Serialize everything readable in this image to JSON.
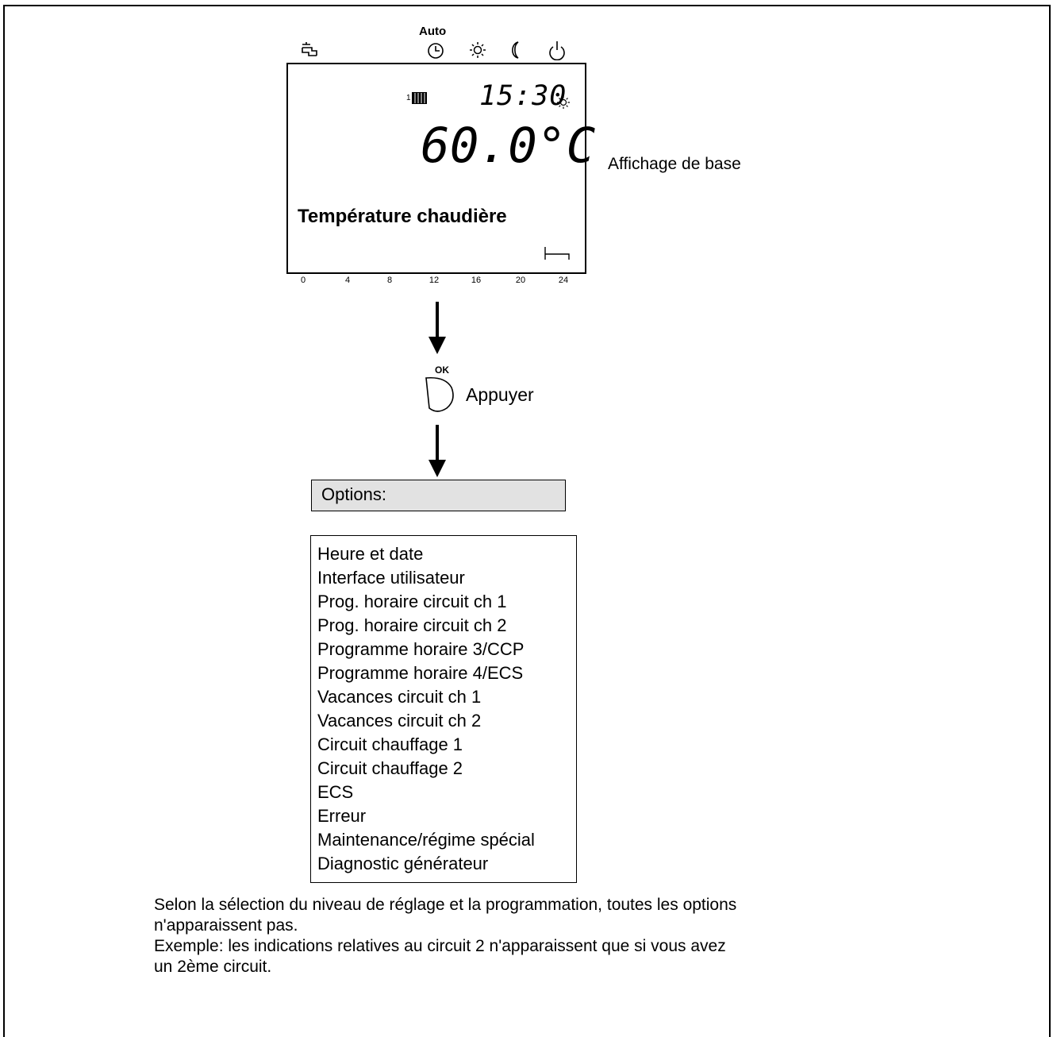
{
  "display": {
    "auto_label": "Auto",
    "time": "15:30",
    "circuit_number": "1",
    "temperature": "60.0°C",
    "label": "Température chaudière",
    "timeline_ticks": [
      "0",
      "4",
      "8",
      "12",
      "16",
      "20",
      "24"
    ],
    "icons": [
      "hot-water-tap-icon",
      "clock-icon",
      "sun-icon",
      "moon-icon",
      "power-icon",
      "radiator-icon",
      "bed-icon"
    ]
  },
  "caption": "Affichage de base",
  "action": {
    "button_label": "OK",
    "text": "Appuyer"
  },
  "options_title": "Options:",
  "options": [
    "Heure et date",
    "Interface utilisateur",
    "Prog. horaire circuit ch 1",
    "Prog. horaire circuit ch 2",
    "Programme horaire 3/CCP",
    "Programme horaire 4/ECS",
    "Vacances circuit ch 1",
    "Vacances circuit ch 2",
    "Circuit chauffage 1",
    "Circuit chauffage 2",
    "ECS",
    "Erreur",
    "Maintenance/régime spécial",
    "Diagnostic générateur"
  ],
  "note": [
    "Selon la sélection du niveau de réglage et la programmation, toutes les options",
    "n'apparaissent pas.",
    "Exemple: les indications relatives au circuit 2 n'apparaissent que si vous avez",
    "un 2ème circuit."
  ]
}
